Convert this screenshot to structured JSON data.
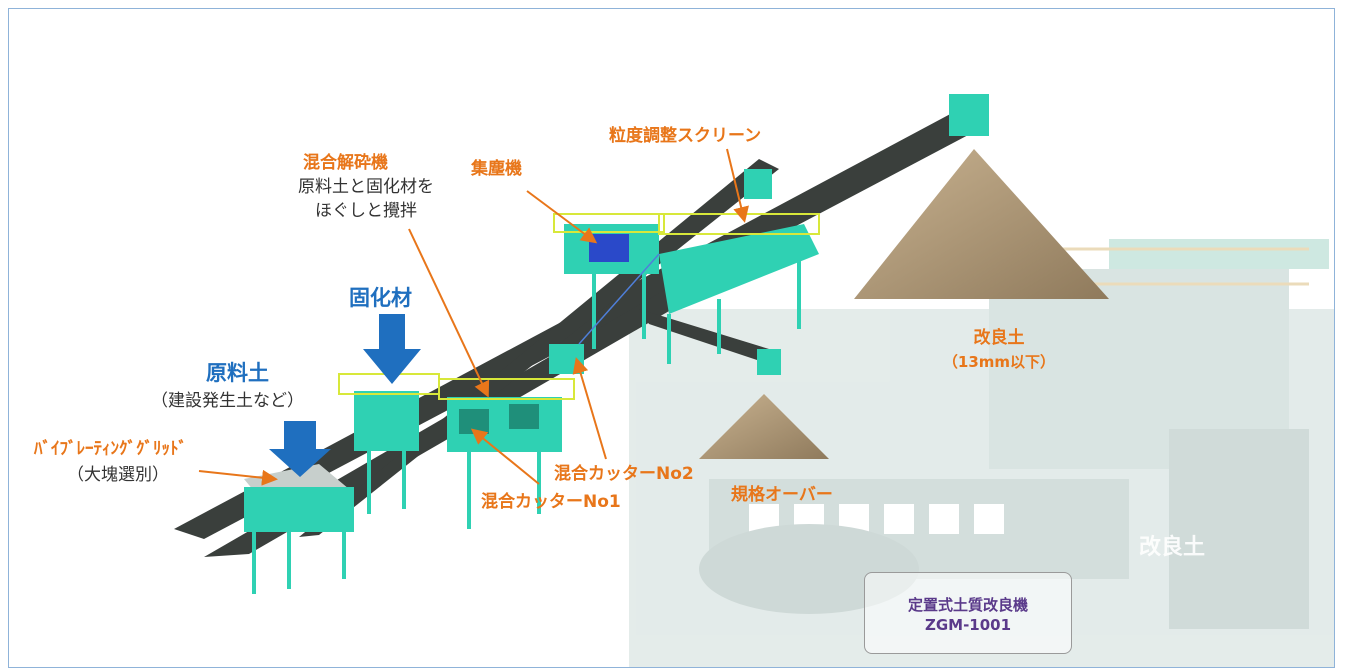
{
  "labels": {
    "mixing_crusher": "混合解砕機",
    "mixing_crusher_desc_1": "原料土と固化材を",
    "mixing_crusher_desc_2": "ほぐしと攪拌",
    "dust_collector": "集塵機",
    "grain_screen": "粒度調整スクリーン",
    "solidifier": "固化材",
    "raw_soil": "原料土",
    "raw_soil_desc": "（建設発生土など）",
    "vibrating_grizzly": "ﾊﾞｲﾌﾞﾚｰﾃｨﾝｸﾞｸﾞﾘｯﾄﾞ",
    "vibrating_grizzly_desc": "（大塊選別）",
    "cutter_no2": "混合カッターNo2",
    "cutter_no1": "混合カッターNo1",
    "over_spec": "規格オーバー",
    "improved_soil": "改良土",
    "improved_soil_size": "（13mm以下）",
    "photo_improved_soil": "改良土"
  },
  "model": {
    "name": "定置式土質改良機",
    "code": "ZGM-1001"
  },
  "colors": {
    "label_orange": "#e8761a",
    "label_blue": "#1f6fbf",
    "machine_teal": "#2fd1b3",
    "railing_yellow": "#d8e83a",
    "conveyor_dark": "#3a3f3c",
    "soil_brown": "#b39c7e",
    "arrow_blue": "#1f6fbf"
  }
}
